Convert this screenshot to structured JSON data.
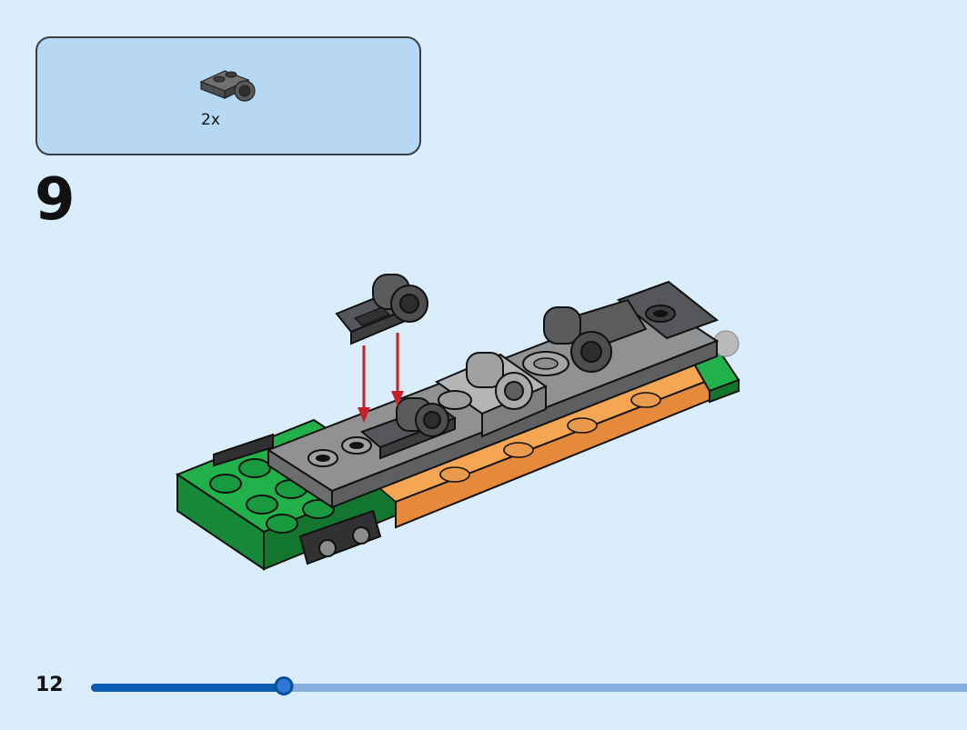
{
  "parts_needed": {
    "quantity_label": "2x",
    "part_icon": "dark-gray-plate-1x2-with-pin-hole-icon"
  },
  "step": {
    "number": "9",
    "illustration": "assembly-illustration"
  },
  "page": {
    "number": "12",
    "progress_fraction": 0.22
  },
  "colors": {
    "background": "#d9edfb",
    "parts_box_fill": "#b6d8f3",
    "progress_fill": "#0a5db2",
    "progress_track": "#85aedf",
    "arrow": "#c8202a",
    "green_plate": "#1fa84a",
    "tan_plate": "#f5a653",
    "dark_gray": "#5d5f61",
    "light_gray": "#9c9d9f"
  }
}
